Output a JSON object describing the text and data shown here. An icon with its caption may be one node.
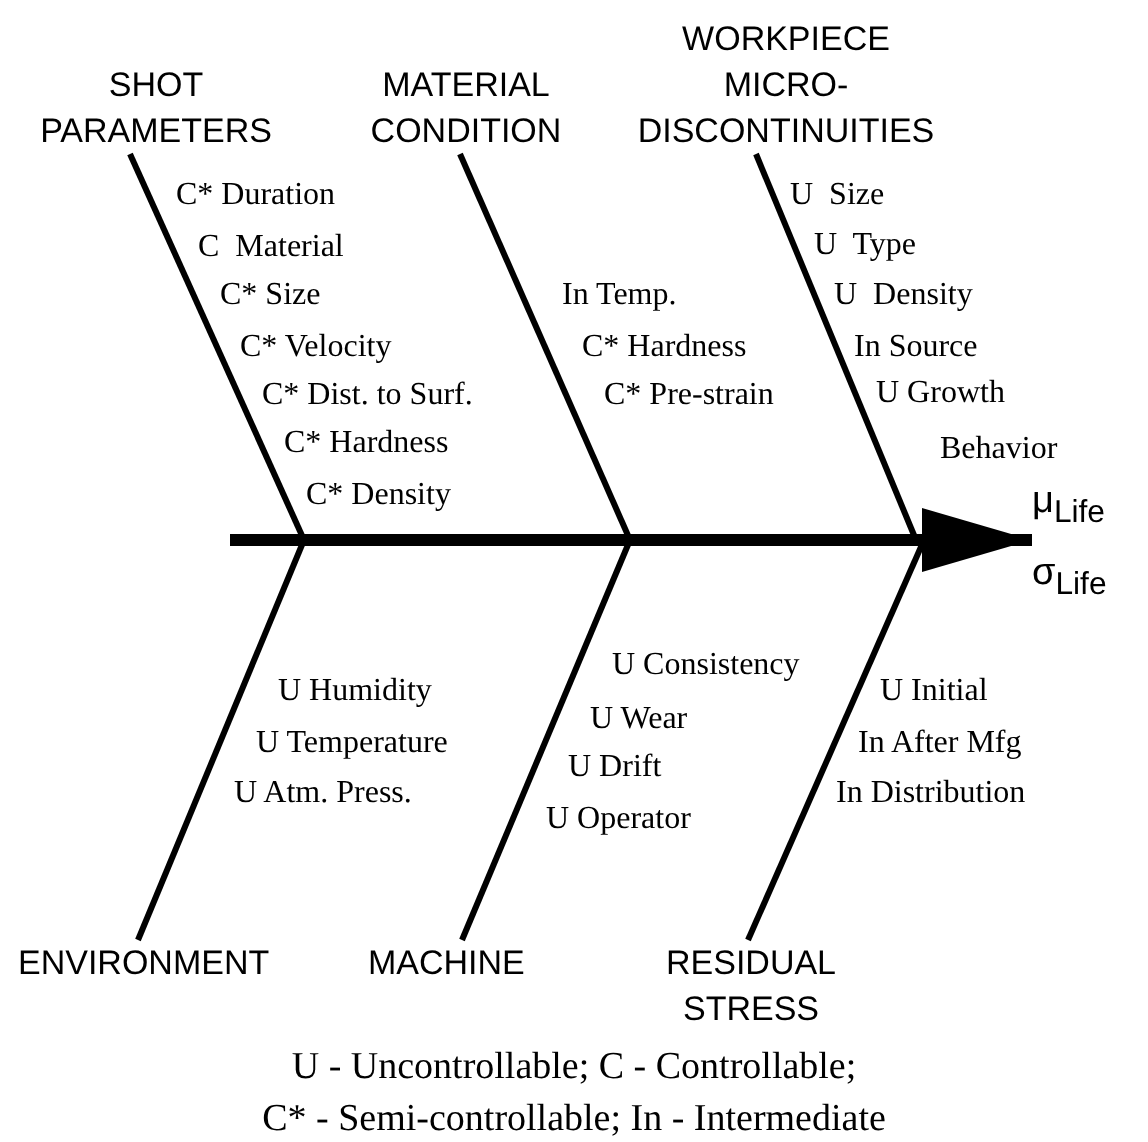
{
  "diagram": {
    "nodes": [
      {
        "text": [
          "SHOT PARAMETERS"
        ]
      },
      {
        "text": [
          "MATERIAL CONDITION"
        ]
      },
      {
        "text": [
          "WORKPIECE MICRO- DISCONTINUITIES"
        ]
      },
      {
        "text": [
          "μ$_{Life}$",
          "σ$_{Life}$"
        ]
      },
      {
        "text": [
          "ENVIRONMENT"
        ]
      },
      {
        "text": [
          "MACHINE"
        ]
      },
      {
        "text": [
          "RESIDUAL STRESS"
        ]
      }
    ],
    "edges": [
      {
        "from": 0,
        "to": null,
        "arrow": "none"
      },
      {
        "from": 1,
        "to": null,
        "arrow": "none"
      },
      {
        "from": 2,
        "to": null,
        "arrow": "none"
      },
      {
        "from": null,
        "to": 3,
        "arrow": "to",
        "style": "thick"
      },
      {
        "from": 4,
        "to": null,
        "arrow": "none"
      },
      {
        "from": 5,
        "to": null,
        "arrow": "none"
      },
      {
        "from": 6,
        "to": null,
        "arrow": "none"
      }
    ],
    "labels": [
      "C* Duration",
      "C  Material",
      "C* Size",
      "C* Velocity",
      "C* Dist. to Surf.",
      "C* Hardness",
      "C* Density",
      "In Temp.",
      "C* Hardness",
      "C* Pre-strain",
      "U  Size",
      "U  Type",
      "U  Density",
      "In Source",
      "U Growth Behavior",
      "U Humidity",
      "U Temperature",
      "U Atm. Press.",
      "U Consistency",
      "U Wear",
      "U Drift",
      "U Operator",
      "U Initial",
      "In After Mfg",
      "In Distribution",
      "U - Uncontrollable; C - Controllable;",
      "C* - Semi-controllable; In - Intermediate"
    ]
  }
}
